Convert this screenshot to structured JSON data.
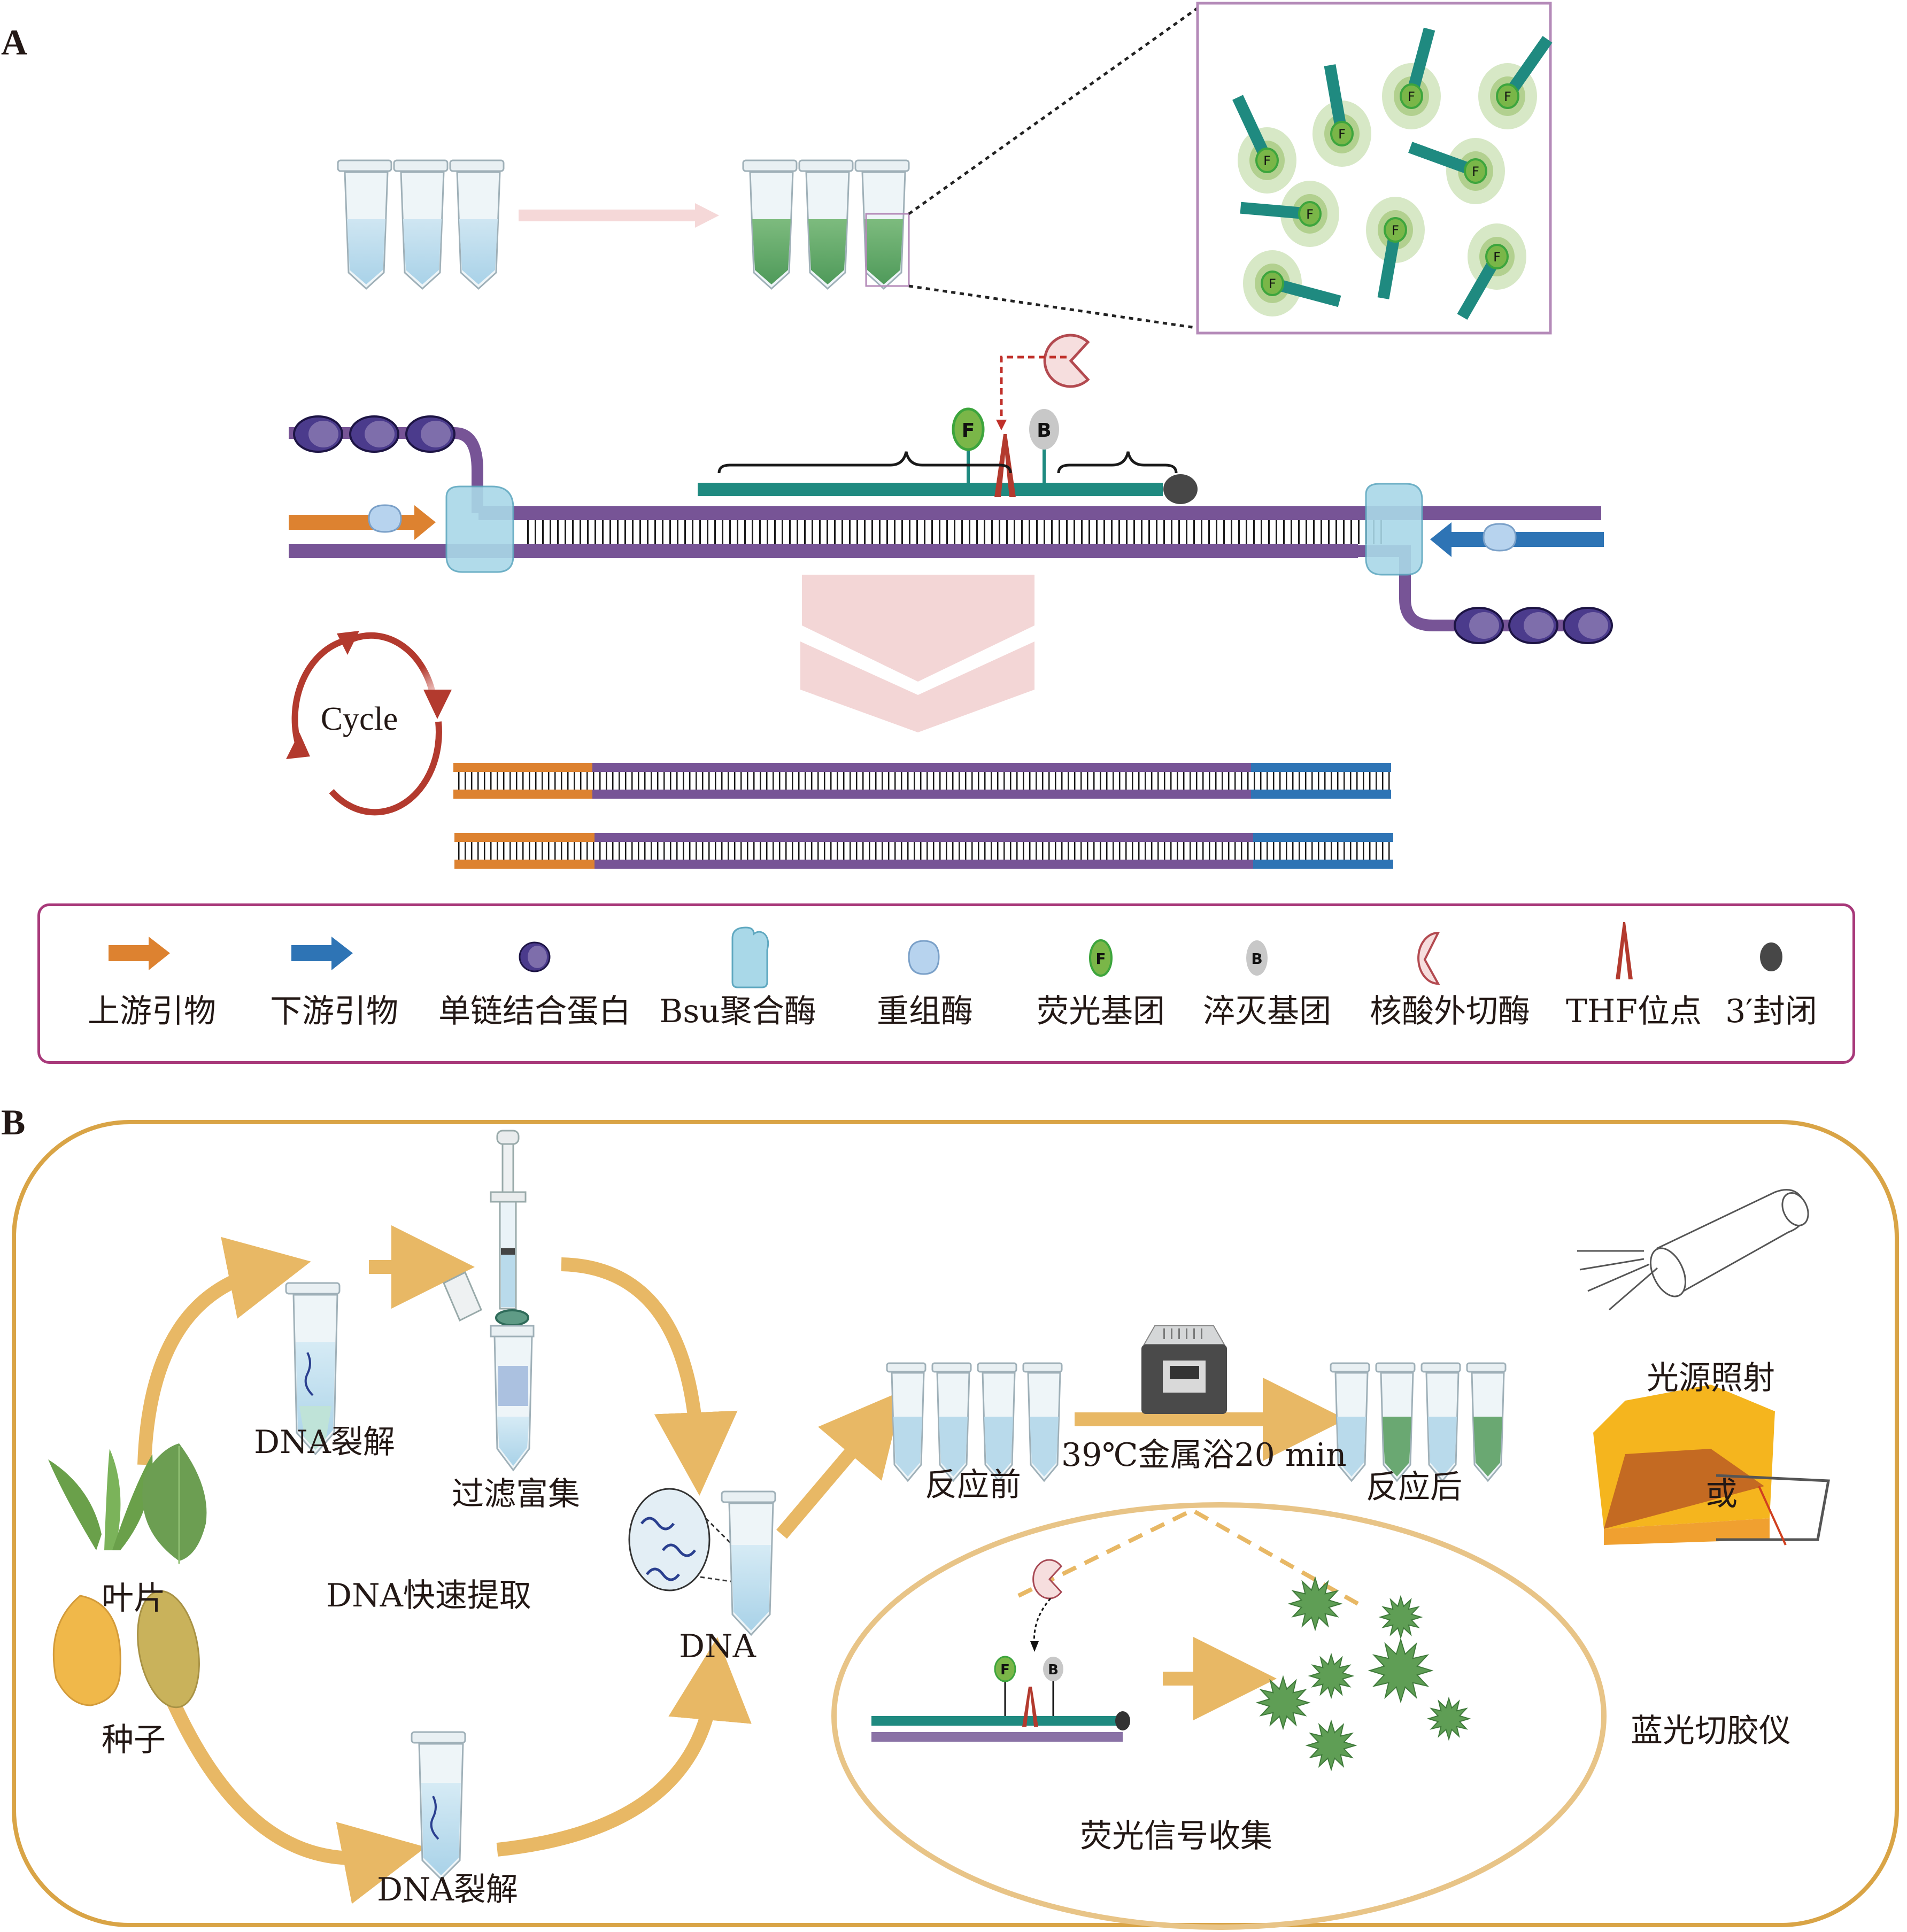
{
  "panels": {
    "a": {
      "letter": "A"
    },
    "b": {
      "letter": "B"
    }
  },
  "panel_a": {
    "cycle_label": "Cycle",
    "probe_marks": {
      "fluorophore": "F",
      "quencher": "B"
    },
    "zoom_inset_mark": "F",
    "legend": {
      "items": [
        {
          "icon": "upstream-primer-arrow-icon",
          "label": "上游引物",
          "color": "#dd8230"
        },
        {
          "icon": "downstream-primer-arrow-icon",
          "label": "下游引物",
          "color": "#2e74b5"
        },
        {
          "icon": "ssb-protein-icon",
          "label": "单链结合蛋白",
          "color": "#4b3b8c"
        },
        {
          "icon": "bsu-polymerase-icon",
          "label": "Bsu聚合酶",
          "color": "#a9d8e8"
        },
        {
          "icon": "recombinase-icon",
          "label": "重组酶",
          "color": "#b7d3ee"
        },
        {
          "icon": "fluorophore-icon",
          "label": "荧光基团",
          "mark": "F",
          "color": "#7ab648"
        },
        {
          "icon": "quencher-icon",
          "label": "淬灭基团",
          "mark": "B",
          "color": "#c8c8c8"
        },
        {
          "icon": "exonuclease-icon",
          "label": "核酸外切酶",
          "color": "#f6dede"
        },
        {
          "icon": "thf-site-icon",
          "label": "THF位点",
          "color": "#b33a2e"
        },
        {
          "icon": "three-prime-block-icon",
          "label": "3′封闭",
          "color": "#474747"
        }
      ]
    }
  },
  "panel_b": {
    "labels": {
      "leaf": "叶片",
      "seed": "种子",
      "dna_lysis_top": "DNA裂解",
      "filter_enrich": "过滤富集",
      "rapid_extraction": "DNA快速提取",
      "dna_lysis_bottom": "DNA裂解",
      "dna": "DNA",
      "before_reaction": "反应前",
      "incubation": "39℃金属浴20 min",
      "after_reaction": "反应后",
      "light_source": "光源照射",
      "or": "或",
      "blue_light_transilluminator": "蓝光切胶仪",
      "fluorescence_collection": "荧光信号收集",
      "inset_marks": {
        "fluorophore": "F",
        "quencher": "B"
      }
    }
  },
  "colors": {
    "purple_strand": "#775496",
    "teal_probe": "#1f8a80",
    "orange_primer": "#dd8230",
    "blue_primer": "#2e74b5",
    "thf_red": "#b33a2e",
    "legend_border": "#a8397a",
    "panel_b_border": "#d9a446",
    "flow_arrow": "#e8b865",
    "fluorescent_green": "#5f9e55"
  }
}
